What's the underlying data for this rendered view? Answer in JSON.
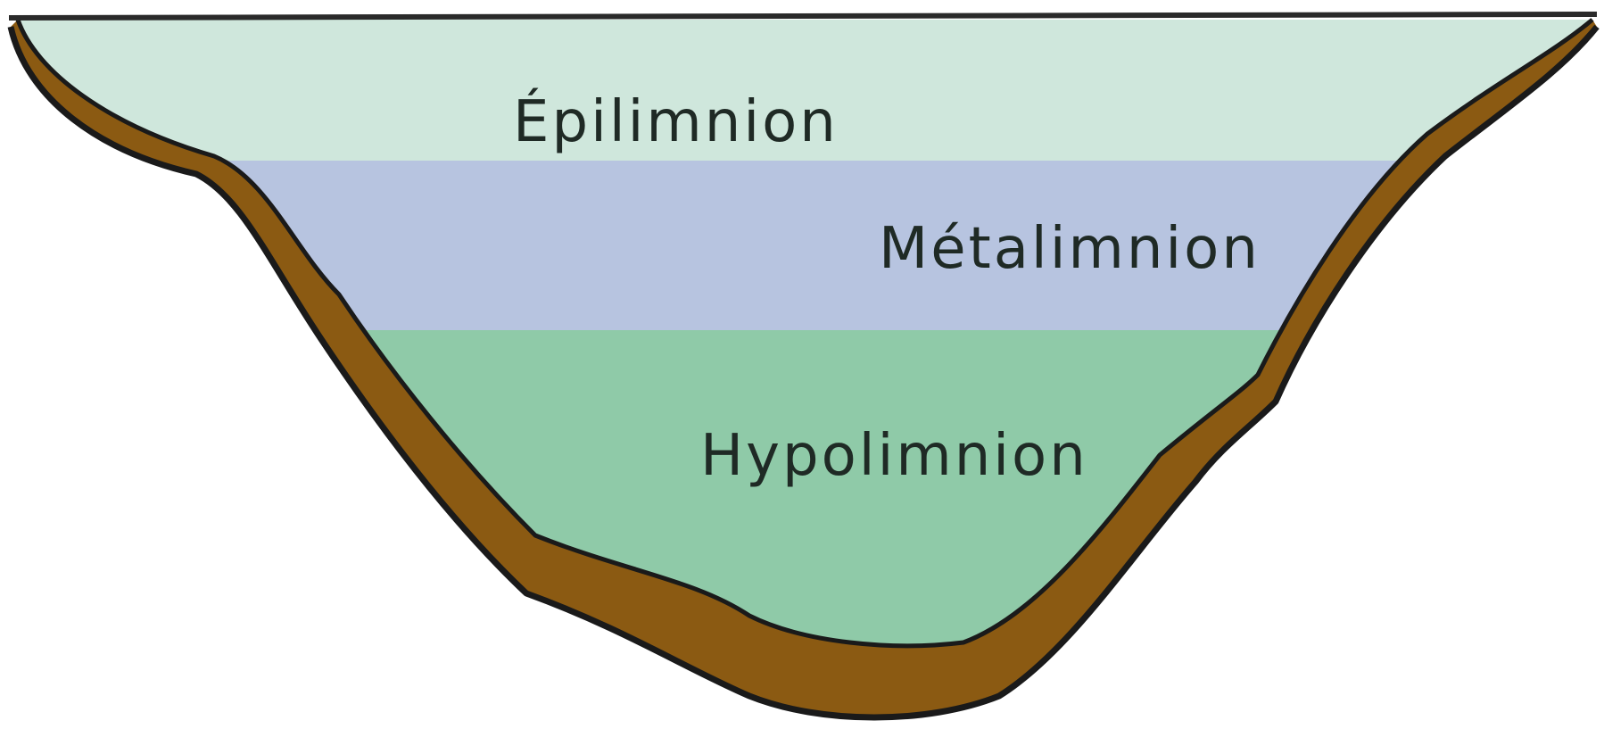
{
  "layers": {
    "epilimnion": {
      "label": "Épilimnion",
      "color": "#cfe7dc"
    },
    "metalimnion": {
      "label": "Métalimnion",
      "color": "#b7c4e0"
    },
    "hypolimnion": {
      "label": "Hypolimnion",
      "color": "#8fcaa8"
    }
  },
  "sediment_color": "#8b5a12",
  "outline_color": "#1a1a1a"
}
